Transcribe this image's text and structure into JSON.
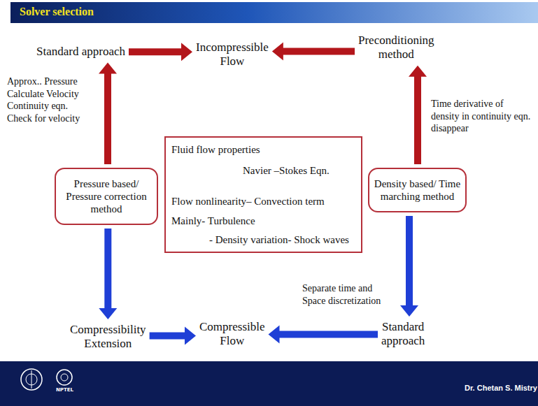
{
  "diagram": {
    "title": "Solver selection",
    "nodes": [
      {
        "text": [
          "Standard approach"
        ]
      },
      {
        "text": [
          "Incompressible Flow"
        ]
      },
      {
        "text": [
          "Preconditioning method"
        ]
      },
      {
        "text": [
          "Pressure based/ Pressure correction method"
        ]
      },
      {
        "text": [
          "Fluid flow properties",
          "Navier –Stokes Eqn.",
          "Flow nonlinearity– Convection term",
          "Mainly- Turbulence",
          "- Density variation- Shock waves"
        ]
      },
      {
        "text": [
          "Density based/ Time marching method"
        ]
      },
      {
        "text": [
          "Compressibility Extension"
        ]
      },
      {
        "text": [
          "Compressible Flow"
        ]
      },
      {
        "text": [
          "Standard approach"
        ]
      }
    ],
    "edges": [
      {
        "from": 0,
        "to": 1,
        "arrow": "to"
      },
      {
        "from": 2,
        "to": 1,
        "arrow": "to"
      },
      {
        "from": 3,
        "to": 0,
        "label": "Approx.. Pressure Calculate Velocity Continuity eqn. Check for velocity",
        "arrow": "to"
      },
      {
        "from": 5,
        "to": 2,
        "label": "Time derivative of density in continuity eqn. disappear",
        "arrow": "to"
      },
      {
        "from": 3,
        "to": 6,
        "arrow": "to"
      },
      {
        "from": 6,
        "to": 7,
        "arrow": "to"
      },
      {
        "from": 5,
        "to": 8,
        "label": "Separate time and Space discretization",
        "arrow": "to"
      },
      {
        "from": 8,
        "to": 7,
        "arrow": "to"
      }
    ],
    "labels": [
      "NPTEL",
      "Dr. Chetan S. Mistry"
    ]
  }
}
